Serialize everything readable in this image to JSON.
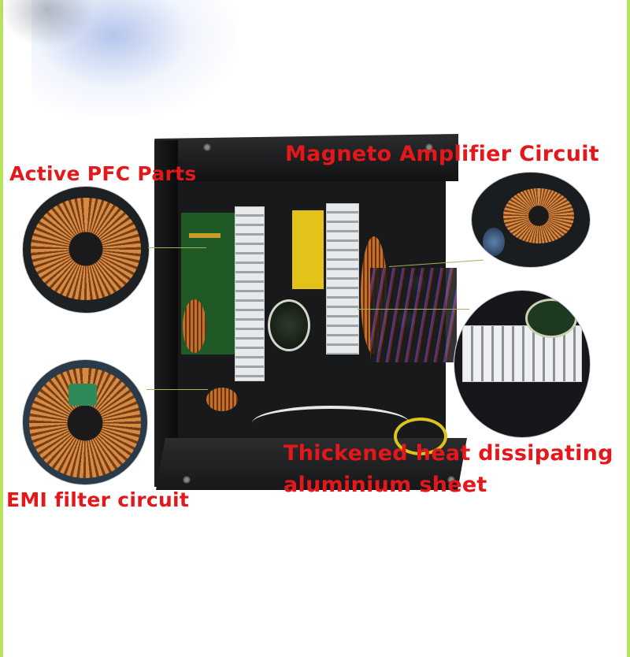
{
  "labels": {
    "active_pfc": "Active PFC Parts",
    "magneto": "Magneto Amplifier Circuit",
    "emi": "EMI filter circuit",
    "heatsink_line1": "Thickened heat dissipating",
    "heatsink_line2": "aluminium sheet"
  },
  "colors": {
    "label_red": "#e4171b",
    "border_green": "#b6e35a",
    "copper": "#d68b45"
  }
}
